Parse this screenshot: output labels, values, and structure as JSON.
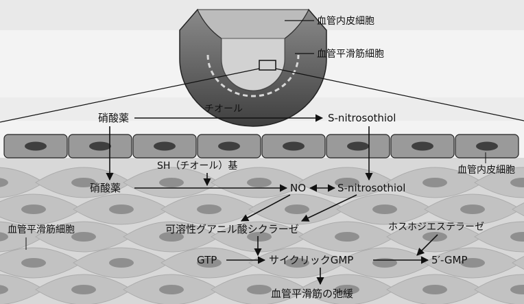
{
  "vessel": {
    "endothelium_label": "血管内皮細胞",
    "smooth_muscle_label": "血管平滑筋細胞"
  },
  "top_pathway": {
    "drug": "硝酸薬",
    "thiol_label": "チオール",
    "product": "S-nitrosothiol"
  },
  "tissue": {
    "endothelium_label": "血管内皮細胞",
    "smooth_muscle_label": "血管平滑筋細胞"
  },
  "inner_pathway": {
    "sh_group_label": "SH（チオール）基",
    "drug": "硝酸薬",
    "no": "NO",
    "product": "S-nitrosothiol",
    "enzyme": "可溶性グアニル酸シクラーゼ",
    "pde": "ホスホジエステラーゼ",
    "gtp": "GTP",
    "cgmp": "サイクリックGMP",
    "gmp": "5′-GMP",
    "outcome": "血管平滑筋の弛緩"
  },
  "colors": {
    "line": "#111111",
    "vessel_outer": "#6f6f6f",
    "vessel_inner": "#a9a9a9",
    "endo_cell": "#9a9a9a",
    "nucleus": "#3f3f3f",
    "muscle_cell": "#c2c2c2",
    "muscle_nucleus": "#8f8f8f"
  }
}
